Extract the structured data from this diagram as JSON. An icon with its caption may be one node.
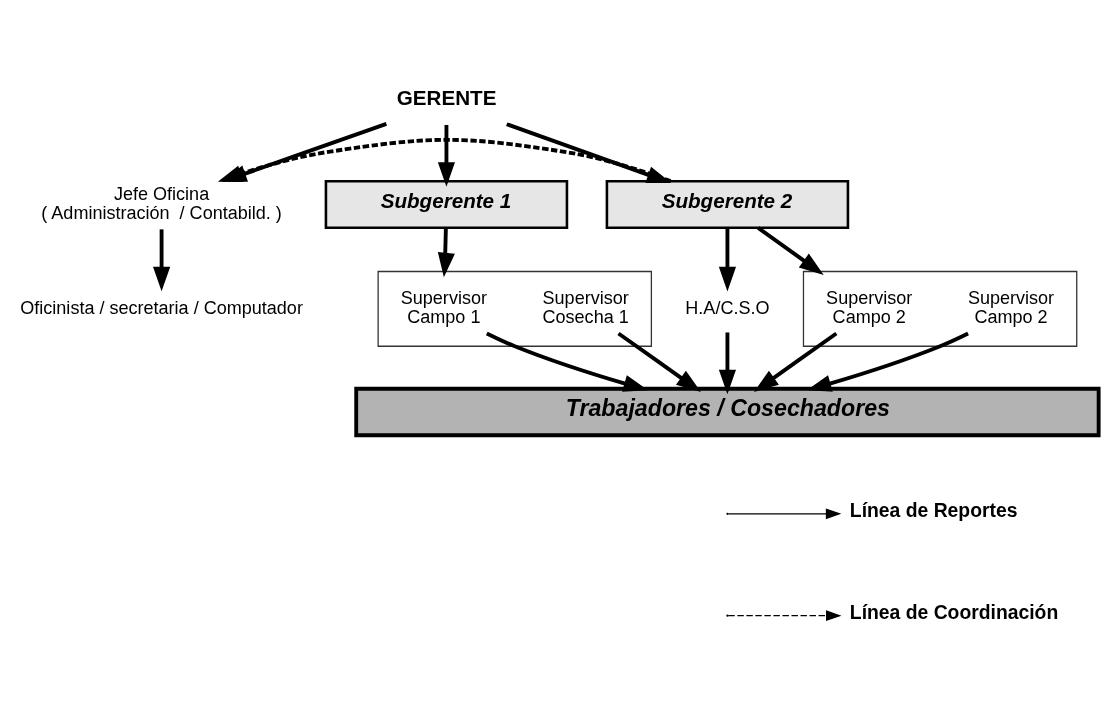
{
  "diagram": {
    "nodes": [
      {
        "text": [
          "GERENTE"
        ]
      },
      {
        "text": [
          "Subgerente 1"
        ]
      },
      {
        "text": [
          "Subgerente 2"
        ]
      },
      {
        "text": [
          "Jefe Oficina ( Administración  / Contabild. )"
        ]
      },
      {
        "text": [
          "Oficinista / secretaria / Computador"
        ]
      },
      {
        "text": [],
        "shape": "box"
      },
      {
        "text": [
          "Supervisor Campo 1"
        ],
        "in": 5
      },
      {
        "text": [
          "Supervisor Cosecha 1"
        ],
        "in": 5
      },
      {
        "text": [
          "H.A/C.S.O"
        ]
      },
      {
        "text": [],
        "shape": "box"
      },
      {
        "text": [
          "Supervisor Campo 2"
        ],
        "in": 9
      },
      {
        "text": [
          "Supervisor Campo 2"
        ],
        "in": 9
      },
      {
        "text": [
          "Trabajadores / Cosechadores"
        ]
      }
    ],
    "edges": [
      {
        "from": 0,
        "to": 1,
        "arrow": "to"
      },
      {
        "from": 0,
        "to": 2,
        "arrow": "to"
      },
      {
        "from": 0,
        "to": 3,
        "arrow": "to"
      },
      {
        "from": 2,
        "to": 3,
        "arrow": "to",
        "style": "dashed"
      },
      {
        "from": 1,
        "to": 5,
        "arrow": "to"
      },
      {
        "from": 2,
        "to": 8,
        "arrow": "to"
      },
      {
        "from": 2,
        "to": 9,
        "arrow": "to"
      },
      {
        "from": 3,
        "to": 4,
        "arrow": "to"
      },
      {
        "from": 6,
        "to": 12,
        "arrow": "to"
      },
      {
        "from": 7,
        "to": 12,
        "arrow": "to"
      },
      {
        "from": 8,
        "to": 12,
        "arrow": "to"
      },
      {
        "from": 10,
        "to": 12,
        "arrow": "to"
      },
      {
        "from": 11,
        "to": 12,
        "arrow": "to"
      }
    ],
    "legend": [
      {
        "text": "Línea de Reportes"
      },
      {
        "text": "Línea de Coordinación"
      }
    ]
  }
}
